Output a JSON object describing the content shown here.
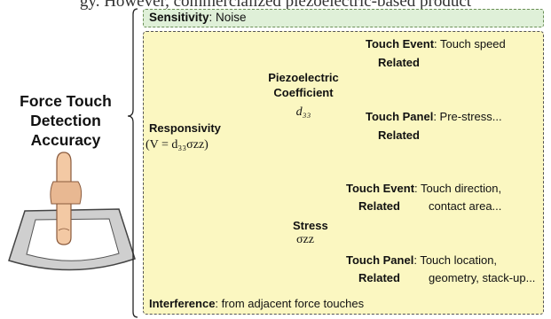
{
  "top_snippet": "gy. However, commercialized piezoelectric-based product",
  "title": "Force Touch Detection Accuracy",
  "sensitivity": {
    "label": "Sensitivity",
    "rest": ": Noise"
  },
  "responsivity": {
    "label": "Responsivity",
    "formula": "(V = d₃₃σzz)"
  },
  "piezo": {
    "label_1": "Piezoelectric",
    "label_2": "Coefficient",
    "symbol": "d₃₃"
  },
  "stress": {
    "label": "Stress",
    "symbol": "σzz"
  },
  "piezo_event": {
    "label": "Touch Event",
    "rest": ": Touch speed",
    "related": "Related"
  },
  "piezo_panel": {
    "label": "Touch Panel",
    "rest": ": Pre-stress...",
    "related": "Related"
  },
  "stress_event": {
    "label": "Touch Event",
    "rest_1": ": Touch direction,",
    "rest_2": "contact area...",
    "related": "Related"
  },
  "stress_panel": {
    "label": "Touch Panel",
    "rest_1": ": Touch location,",
    "rest_2": "geometry, stack-up...",
    "related": "Related"
  },
  "interference": {
    "label": "Interference",
    "rest": ": from adjacent force touches"
  },
  "colors": {
    "sensitivity_fill": "#dff0d8",
    "main_fill": "#fbf7c1",
    "skin": "#f3c9a4"
  }
}
